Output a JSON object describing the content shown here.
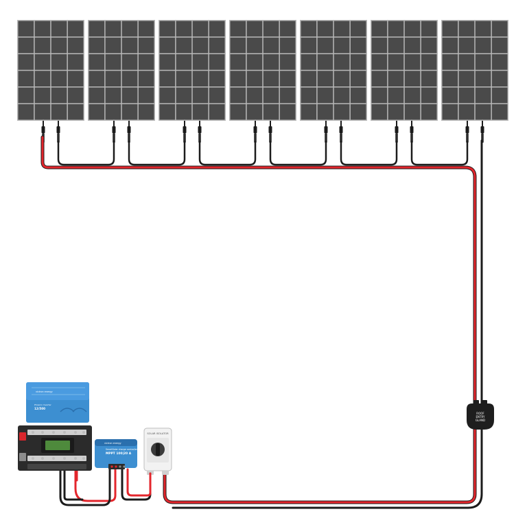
{
  "diagram": {
    "panel_count": 7,
    "colors": {
      "panel_cell": "#4a4a4a",
      "panel_frame": "#b9b9b9",
      "wire_positive": "#e3262c",
      "wire_negative": "#1b1b1b",
      "device_blue": "#3d8fd1",
      "device_blue_dark": "#2a6fad"
    },
    "icons": [
      "solar-panel-icon",
      "mc4-connector-icon",
      "cable-gland-icon",
      "isolator-switch-icon",
      "charge-controller-icon",
      "inverter-icon",
      "battery-busbar-icon"
    ],
    "labels": {
      "gland": [
        "ROOF",
        "ENTRY",
        "GLAND"
      ],
      "isolator": "SOLAR ISOLATOR",
      "mppt_brand": "victron energy",
      "mppt_model_line1": "SmartSolar charge controller",
      "mppt_model": "MPPT 100|20 A",
      "inverter_brand": "victron energy",
      "inverter_line1": "Phoenix Inverter",
      "inverter_model": "12/500"
    }
  }
}
